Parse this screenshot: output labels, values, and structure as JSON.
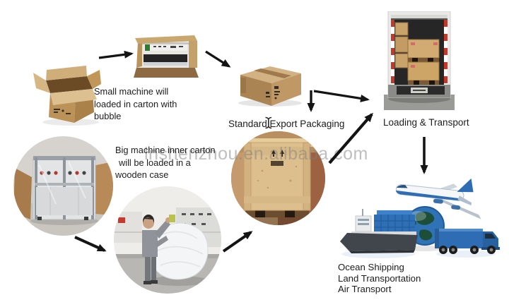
{
  "figure": {
    "type": "packaging-and-shipping-process-diagram",
    "background": "#ffffff"
  },
  "watermark": {
    "text": "lnshenzhou.en.alibaba.com",
    "color": "#bcbcbc"
  },
  "captions": {
    "small_machine": {
      "line1": "Small machine will",
      "line2": "loaded in carton with",
      "line3": "bubble"
    },
    "standard_packaging": "Standard Export Packaging",
    "loading_transport": "Loading & Transport",
    "big_machine": {
      "line1": "Big machine inner carton",
      "line2": "will be loaded in a",
      "line3": "wooden case"
    },
    "final_transport": {
      "line1": "Ocean Shipping",
      "line2": "Land Transportation",
      "line3": "Air Transport"
    }
  },
  "images": {
    "open_carton": "open empty cardboard carton",
    "machine_in_carton": "small machine packed inside open carton",
    "closed_carton": "sealed export carton box",
    "truck_loading": "wooden crates loaded inside container truck",
    "big_machine_photo": "big machine wrapped in protective film",
    "wrapping_photo": "worker wrapping machine with stretch film",
    "wooden_case_photo": "plywood wooden export case",
    "transport_illustration": "cargo ship, globe, airplane and blue truck"
  },
  "icons": {
    "text_cursor": "i-beam-text-cursor"
  },
  "colors": {
    "carton_tan": "#c9a46b",
    "arrow_black": "#141414",
    "transport_blue": "#2e6db4",
    "watermark_gray": "#bcbcbc",
    "text": "#1c1c1c"
  }
}
